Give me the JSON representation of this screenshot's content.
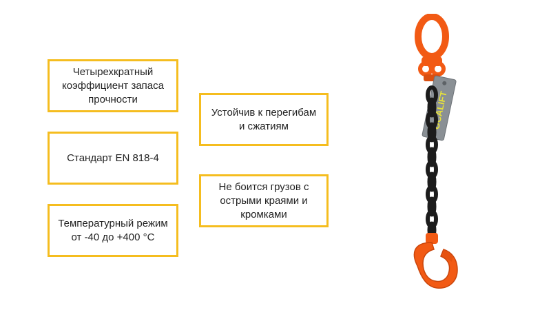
{
  "features": [
    {
      "id": "safety-factor",
      "text": "Четырехкратный коэффициент запаса прочности"
    },
    {
      "id": "standard",
      "text": "Стандарт EN 818-4"
    },
    {
      "id": "temperature",
      "text": "Температурный режим от -40 до +400 °С"
    },
    {
      "id": "bend-resistant",
      "text": "Устойчив к перегибам и сжатиям"
    },
    {
      "id": "sharp-edges",
      "text": "Не боится грузов с острыми краями и кромками"
    }
  ],
  "product": {
    "tag_text": "OCALIFT",
    "colors": {
      "accent_border": "#f5bd1f",
      "hardware_orange": "#f25a14",
      "chain_black": "#1c1c1c",
      "tag_gray": "#8a9095",
      "tag_text": "#e7e23a"
    }
  }
}
